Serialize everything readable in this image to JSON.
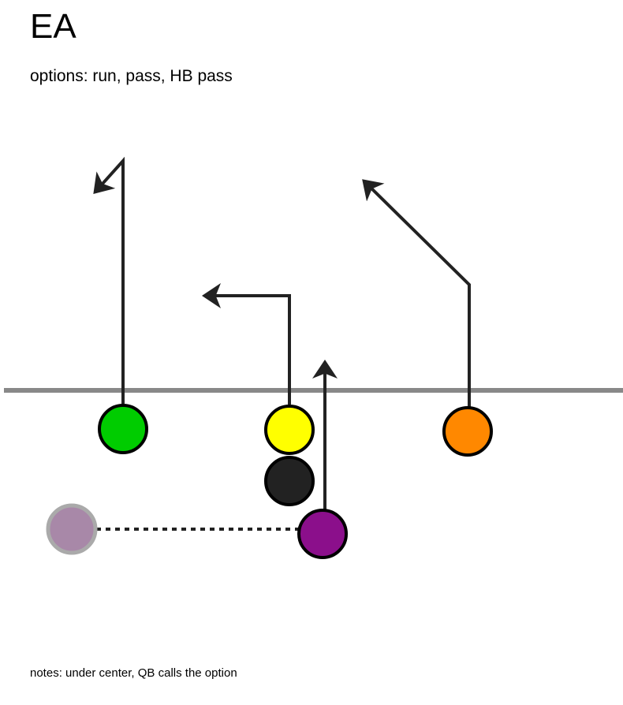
{
  "title": "EA",
  "subtitle": "options: run, pass, HB pass",
  "notes": "notes: under center, QB calls the option",
  "colors": {
    "line_of_scrimmage": "#888888",
    "route": "#222222",
    "receiver_left": "#00cc00",
    "receiver_slot": "#ffff00",
    "receiver_right": "#ff8800",
    "center": "#222222",
    "quarterback": "#8b0f8b",
    "motion_player": "#a888a8",
    "motion_player_outline": "#aaaaaa",
    "outline": "#000000"
  },
  "players": [
    {
      "name": "receiver-left",
      "color_key": "receiver_left"
    },
    {
      "name": "receiver-slot",
      "color_key": "receiver_slot"
    },
    {
      "name": "receiver-right",
      "color_key": "receiver_right"
    },
    {
      "name": "center",
      "color_key": "center"
    },
    {
      "name": "quarterback",
      "color_key": "quarterback"
    },
    {
      "name": "motion-player",
      "color_key": "motion_player"
    }
  ]
}
